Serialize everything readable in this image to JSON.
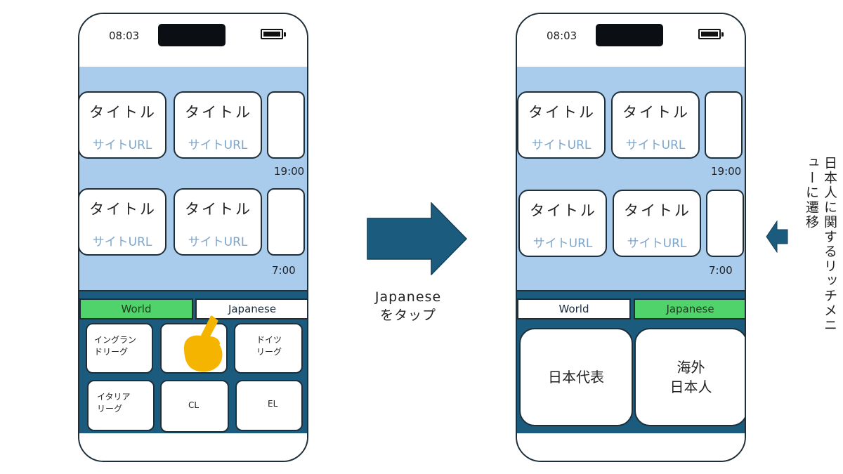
{
  "colors": {
    "phone_border": "#1f2f3a",
    "feed_background": "#a9cbec",
    "panel_background": "#1a5b7e",
    "active_tab": "#4fd36a",
    "url_text": "#7da6cc",
    "arrow": "#1a5b7e",
    "hand": "#f5b400"
  },
  "left_phone": {
    "status": {
      "time": "08:03",
      "battery_icon": "battery-full-icon"
    },
    "cards_row1": [
      {
        "title": "タイトル",
        "url": "サイトURL"
      },
      {
        "title": "タイトル",
        "url": "サイトURL"
      }
    ],
    "time1": "19:00",
    "cards_row2": [
      {
        "title": "タイトル",
        "url": "サイトURL"
      },
      {
        "title": "タイトル",
        "url": "サイトURL"
      }
    ],
    "time2": "7:00",
    "tabs": {
      "world": "World",
      "japanese": "Japanese",
      "active": "world"
    },
    "leagues": [
      "イングラン\nドリーグ",
      "",
      "ドイツ\nリーグ",
      "イタリア\nリーグ",
      "CL",
      "EL"
    ],
    "tap_icon": "pointing-hand-icon"
  },
  "center": {
    "arrow_icon": "right-arrow-icon",
    "caption": "Japanese\nをタップ"
  },
  "right_phone": {
    "status": {
      "time": "08:03",
      "battery_icon": "battery-full-icon"
    },
    "cards_row1": [
      {
        "title": "タイトル",
        "url": "サイトURL"
      },
      {
        "title": "タイトル",
        "url": "サイトURL"
      }
    ],
    "time1": "19:00",
    "cards_row2": [
      {
        "title": "タイトル",
        "url": "サイトURL"
      },
      {
        "title": "タイトル",
        "url": "サイトURL"
      }
    ],
    "time2": "7:00",
    "tabs": {
      "world": "World",
      "japanese": "Japanese",
      "active": "japanese"
    },
    "buttons": [
      "日本代表",
      "海外\n日本人"
    ]
  },
  "side_note": {
    "arrow_icon": "left-arrow-icon",
    "text": "日本人に関するリッチメニューに遷移"
  }
}
